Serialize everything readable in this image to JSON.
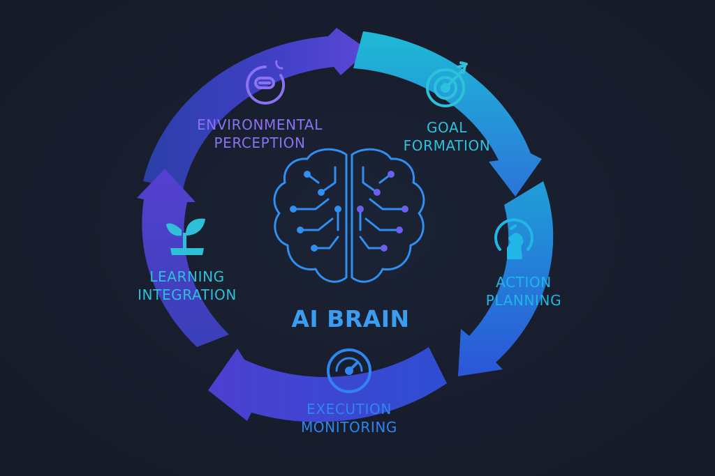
{
  "center": {
    "title": "AI BRAIN"
  },
  "stages": {
    "perception": {
      "line1": "ENVIRONMENTAL",
      "line2": "PERCEPTION",
      "icon": "perception-eye-icon",
      "color": "#7b6ff0"
    },
    "goal": {
      "line1": "GOAL",
      "line2": "FORMATION",
      "icon": "target-icon",
      "color": "#2cc2dc"
    },
    "action": {
      "line1": "ACTION",
      "line2": "PLANNING",
      "icon": "chess-knight-icon",
      "color": "#1fb6e6"
    },
    "execution": {
      "line1": "EXECUTION",
      "line2": "MONITORING",
      "icon": "gauge-icon",
      "color": "#2f86f0"
    },
    "learning": {
      "line1": "LEARNING",
      "line2": "INTEGRATION",
      "icon": "sprout-icon",
      "color": "#2fbfd8"
    }
  },
  "colors": {
    "background": "#161c2b",
    "ring_cyan": "#1fb8d8",
    "ring_blue": "#2b56d8",
    "ring_purple": "#5b3fd0",
    "brain": "#2f8ff2"
  }
}
